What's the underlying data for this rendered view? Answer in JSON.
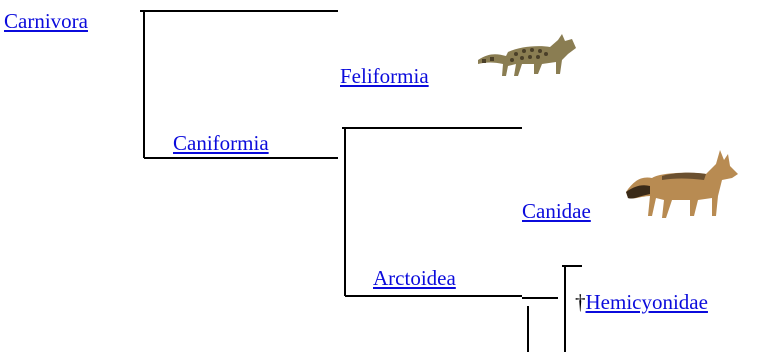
{
  "cladogram": {
    "root": {
      "label": "Carnivora"
    },
    "feliformia": {
      "label": "Feliformia",
      "image": "genet-icon"
    },
    "caniformia": {
      "label": "Caniformia"
    },
    "canidae": {
      "label": "Canidae",
      "image": "jackal-icon"
    },
    "arctoidea": {
      "label": "Arctoidea"
    },
    "hemicyonidae": {
      "extinct_marker": "†",
      "label": "Hemicyonidae"
    }
  },
  "colors": {
    "link": "#0b0bdc",
    "line": "#000000"
  }
}
